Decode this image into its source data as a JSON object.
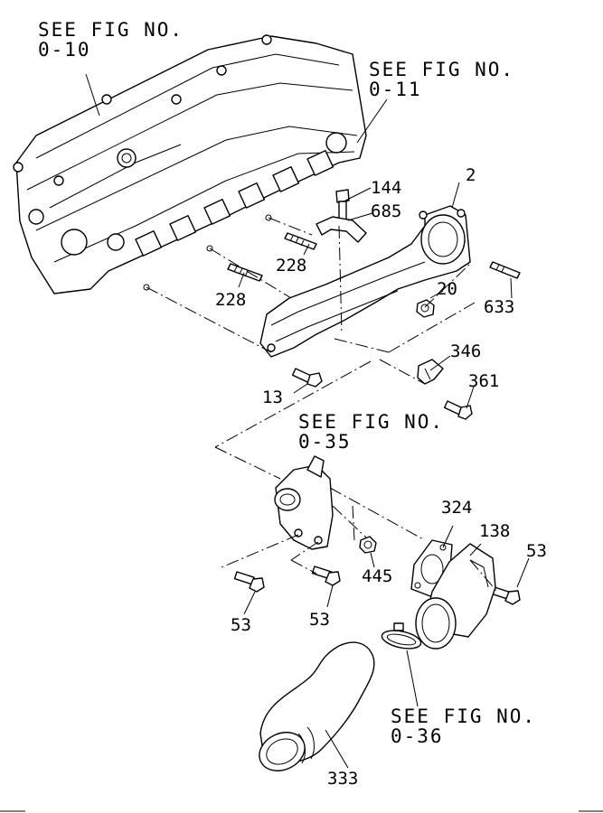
{
  "references": {
    "r1": {
      "line1": "SEE FIG NO.",
      "line2": "0-10"
    },
    "r2": {
      "line1": "SEE FIG NO.",
      "line2": "0-11"
    },
    "r3": {
      "line1": "SEE FIG NO.",
      "line2": "0-35"
    },
    "r4": {
      "line1": "SEE FIG NO.",
      "line2": "0-36"
    }
  },
  "parts": {
    "p2": "2",
    "p144": "144",
    "p685": "685",
    "p228a": "228",
    "p228b": "228",
    "p20": "20",
    "p633": "633",
    "p346": "346",
    "p361": "361",
    "p13": "13",
    "p324": "324",
    "p138": "138",
    "p53a": "53",
    "p445": "445",
    "p53b": "53",
    "p53c": "53",
    "p333": "333"
  }
}
